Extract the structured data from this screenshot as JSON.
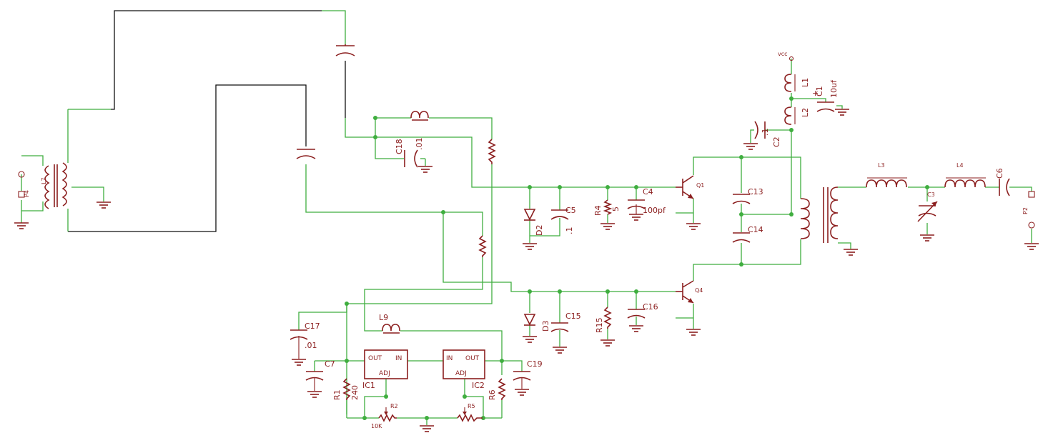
{
  "colors": {
    "wire": "#3fae3f",
    "antenna_wire": "#111111",
    "component": "#8b1e1e",
    "junction": "#3fae3f",
    "background": "#ffffff"
  },
  "labels": {
    "L7": "L7",
    "P4": "P4",
    "C18": "C18",
    "C18_val": ".01",
    "C5": "C5",
    "C5_val": ".1",
    "D2": "D2",
    "R4": "R4",
    "R4_val": "5",
    "C4": "C4",
    "C4_val": "100pf",
    "Q1": "Q1",
    "VCC": "vcc",
    "L1": "L1",
    "C1": "C1",
    "C1_plus": "+",
    "C1_val": "10uf",
    "L2": "L2",
    "C2": "C2",
    "C2_val": ".1",
    "C13": "C13",
    "C14": "C14",
    "L3": "L3",
    "L4": "L4",
    "C3": "C3",
    "C6": "C6",
    "P2": "P2",
    "D3": "D3",
    "C15": "C15",
    "R15": "R15",
    "C16": "C16",
    "Q4": "Q4",
    "C17": "C17",
    "C17_val": ".01",
    "L9": "L9",
    "C7": "C7",
    "C19": "C19",
    "IC1": "IC1",
    "IC2": "IC2",
    "R1": "R1",
    "R1_val": "240",
    "R2": "R2",
    "R2_val": "10K",
    "R5": "R5",
    "R6": "R6",
    "IC1_out": "OUT",
    "IC1_in": "IN",
    "IC1_adj": "ADJ",
    "IC2_in": "IN",
    "IC2_out": "OUT",
    "IC2_adj": "ADJ"
  }
}
